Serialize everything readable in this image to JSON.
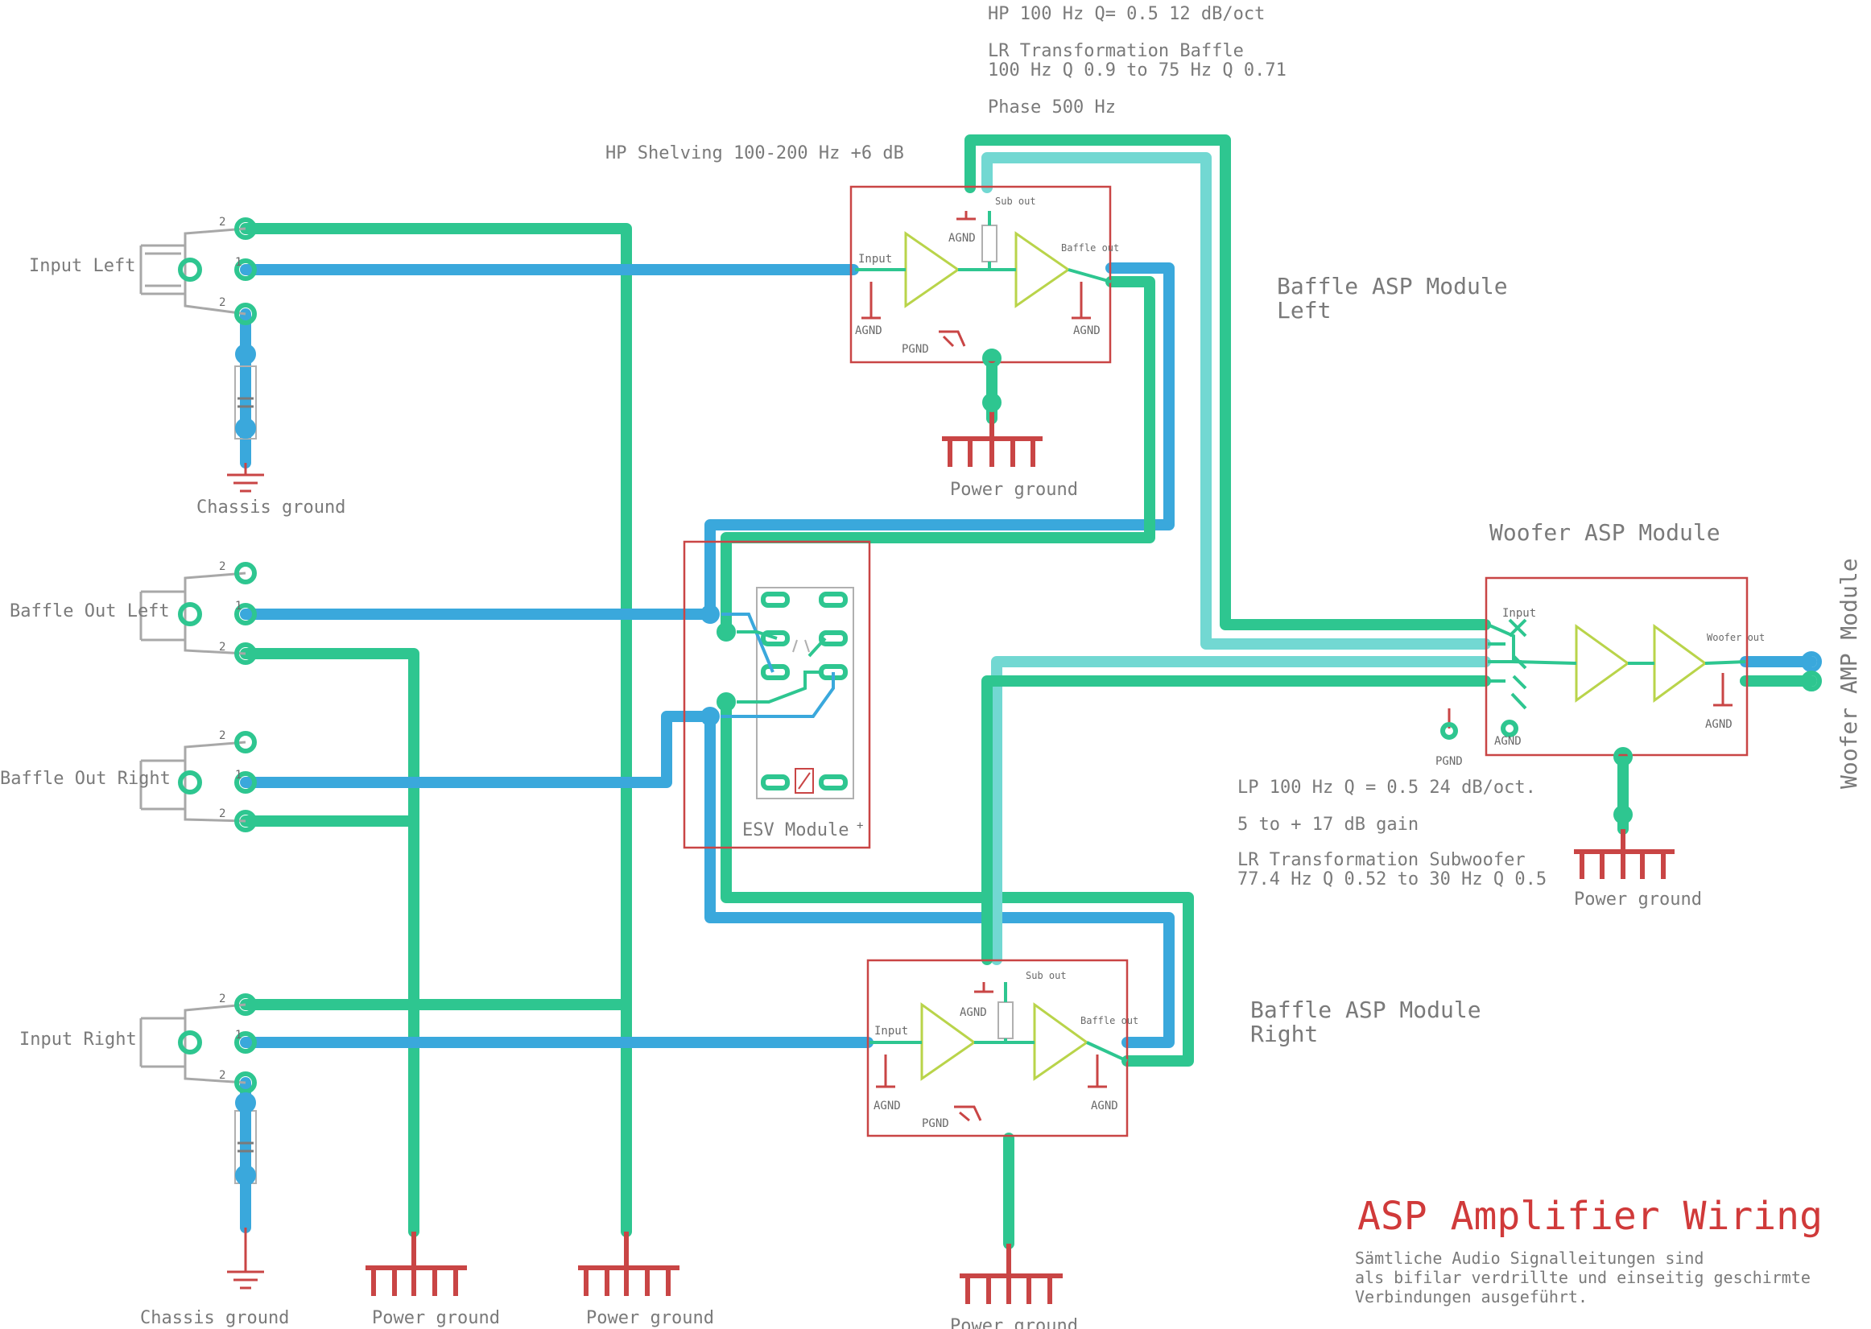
{
  "labels": {
    "hp_filter": "HP 100 Hz Q= 0.5 12 dB/oct",
    "lr_baffle_1": "LR Transformation Baffle",
    "lr_baffle_2": "100 Hz Q 0.9 to 75 Hz Q 0.71",
    "phase": "Phase 500 Hz",
    "hp_shelving": "HP Shelving 100-200 Hz +6 dB",
    "input_left": "Input Left",
    "baffle_out_left": "Baffle Out Left",
    "baffle_out_right": "Baffle Out Right",
    "input_right": "Input Right",
    "chassis_ground_top": "Chassis ground",
    "chassis_ground_bottom": "Chassis ground",
    "power_ground_top": "Power ground",
    "power_ground_1": "Power ground",
    "power_ground_2": "Power ground",
    "power_ground_3": "Power ground",
    "power_ground_woofer": "Power ground",
    "baffle_left_1": "Baffle ASP Module",
    "baffle_left_2": "Left",
    "baffle_right_1": "Baffle ASP Module",
    "baffle_right_2": "Right",
    "woofer_module": "Woofer ASP Module",
    "woofer_amp": "Woofer AMP Module",
    "esv_module": "ESV Module",
    "lp_filter": "LP 100 Hz Q = 0.5 24 dB/oct.",
    "gain": "5 to + 17 dB gain",
    "lr_sub_1": "LR Transformation Subwoofer",
    "lr_sub_2": "77.4 Hz Q 0.52 to 30 Hz Q 0.5",
    "title": "ASP Amplifier Wiring",
    "note_1": "Sämtliche Audio Signalleitungen sind",
    "note_2": "als bifilar verdrillte und einseitig geschirmte",
    "note_3": "Verbindungen ausgeführt.",
    "pin_input": "Input",
    "pin_sub_out": "Sub out",
    "pin_baffle_out": "Baffle out",
    "pin_agnd": "AGND",
    "pin_pgnd": "PGND",
    "pin_woofer_out": "Woofer out",
    "pin_2": "2",
    "pin_1": "1",
    "plus": "+"
  },
  "colors": {
    "signal": "#3aa8dc",
    "ground": "#2ec690",
    "sub_signal": "#72d8d2",
    "frame": "#c94545",
    "amplifier": "#b9d44a",
    "text": "#7a7a7a"
  }
}
